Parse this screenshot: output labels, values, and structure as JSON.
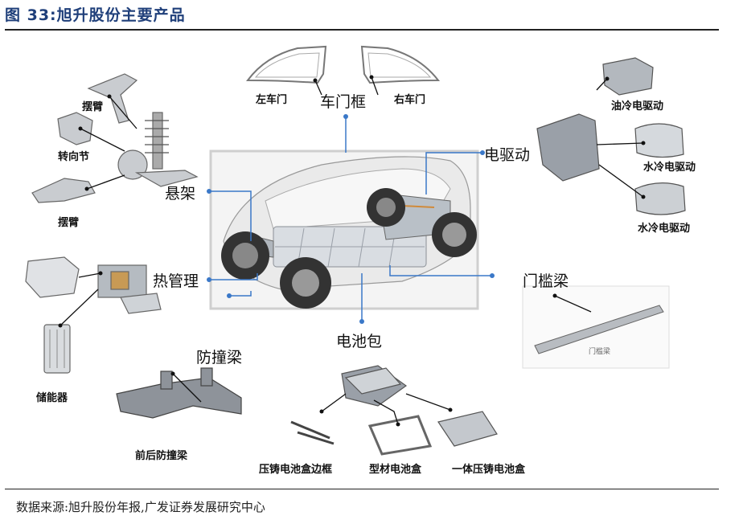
{
  "figure_title": "图 33:旭升股份主要产品",
  "source": "数据来源:旭升股份年报,广发证券发展研究中心",
  "labels": {
    "left_door": "左车门",
    "door_frame": "车门框",
    "right_door": "右车门",
    "swing_arm_top": "摆臂",
    "steering_knuckle": "转向节",
    "swing_arm_bottom": "摆臂",
    "suspension": "悬架",
    "e_drive": "电驱动",
    "oil_cooled_drive": "油冷电驱动",
    "water_cooled_drive_1": "水冷电驱动",
    "water_cooled_drive_2": "水冷电驱动",
    "thermal_mgmt": "热管理",
    "energy_storage": "储能器",
    "crash_beam": "防撞梁",
    "front_rear_beam": "前后防撞梁",
    "battery_pack": "电池包",
    "sill_beam": "门槛梁",
    "sill_beam_small": "门槛梁",
    "die_cast_frame": "压铸电池盒边框",
    "profile_box": "型材电池盒",
    "one_piece_box": "一体压铸电池盒"
  },
  "colors": {
    "title": "#1f3f7a",
    "connector_blue": "#3a78c8",
    "connector_black": "#111111"
  }
}
